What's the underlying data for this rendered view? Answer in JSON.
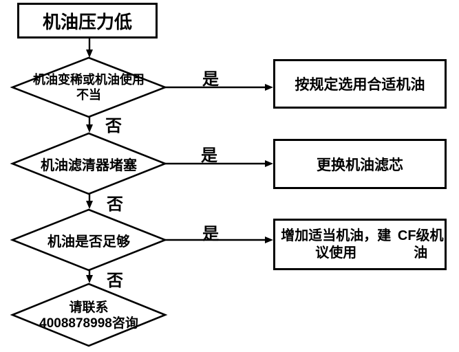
{
  "flowchart": {
    "start": {
      "label": "机油压力低"
    },
    "decisions": [
      {
        "line1": "机油变稀或机油使用",
        "line2": "不当"
      },
      {
        "label": "机油滤清器堵塞"
      },
      {
        "label": "机油是否足够"
      },
      {
        "line1": "请联系",
        "line2": "4008878998咨询"
      }
    ],
    "actions": [
      {
        "label": "按规定选用合适机油"
      },
      {
        "label": "更换机油滤芯"
      },
      {
        "line1": "增加适当机油，建议使用",
        "line2": "CF级机油"
      }
    ],
    "branch_labels": {
      "yes": "是",
      "no": "否"
    },
    "colors": {
      "stroke": "#000000",
      "background": "#ffffff",
      "text": "#000000"
    }
  }
}
